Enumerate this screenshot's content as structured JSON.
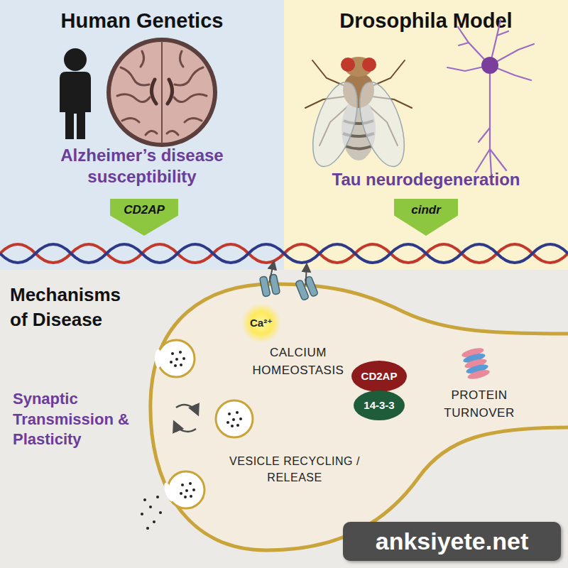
{
  "diagram": {
    "nodes": [
      {
        "text": [
          "Human Genetics",
          "Alzheimer’s disease susceptibility"
        ]
      },
      {
        "text": [
          "CD2AP"
        ],
        "in": 0
      },
      {
        "text": [
          "Drosophila Model",
          "Tau neurodegeneration"
        ]
      },
      {
        "text": [
          "cindr"
        ],
        "in": 2
      },
      {
        "text": [
          "Mechanisms of Disease",
          "Synaptic Transmission & Plasticity"
        ]
      },
      {
        "text": [
          "CALCIUM HOMEOSTASIS",
          "VESICLE RECYCLING / RELEASE",
          "PROTEIN TURNOVER"
        ],
        "in": 4
      },
      {
        "text": [
          "Ca²⁺"
        ],
        "in": 5
      },
      {
        "text": [
          "CD2AP"
        ],
        "in": 5
      },
      {
        "text": [
          "14-3-3"
        ],
        "in": 5
      }
    ],
    "labels": [
      "anksiyete.net"
    ]
  }
}
